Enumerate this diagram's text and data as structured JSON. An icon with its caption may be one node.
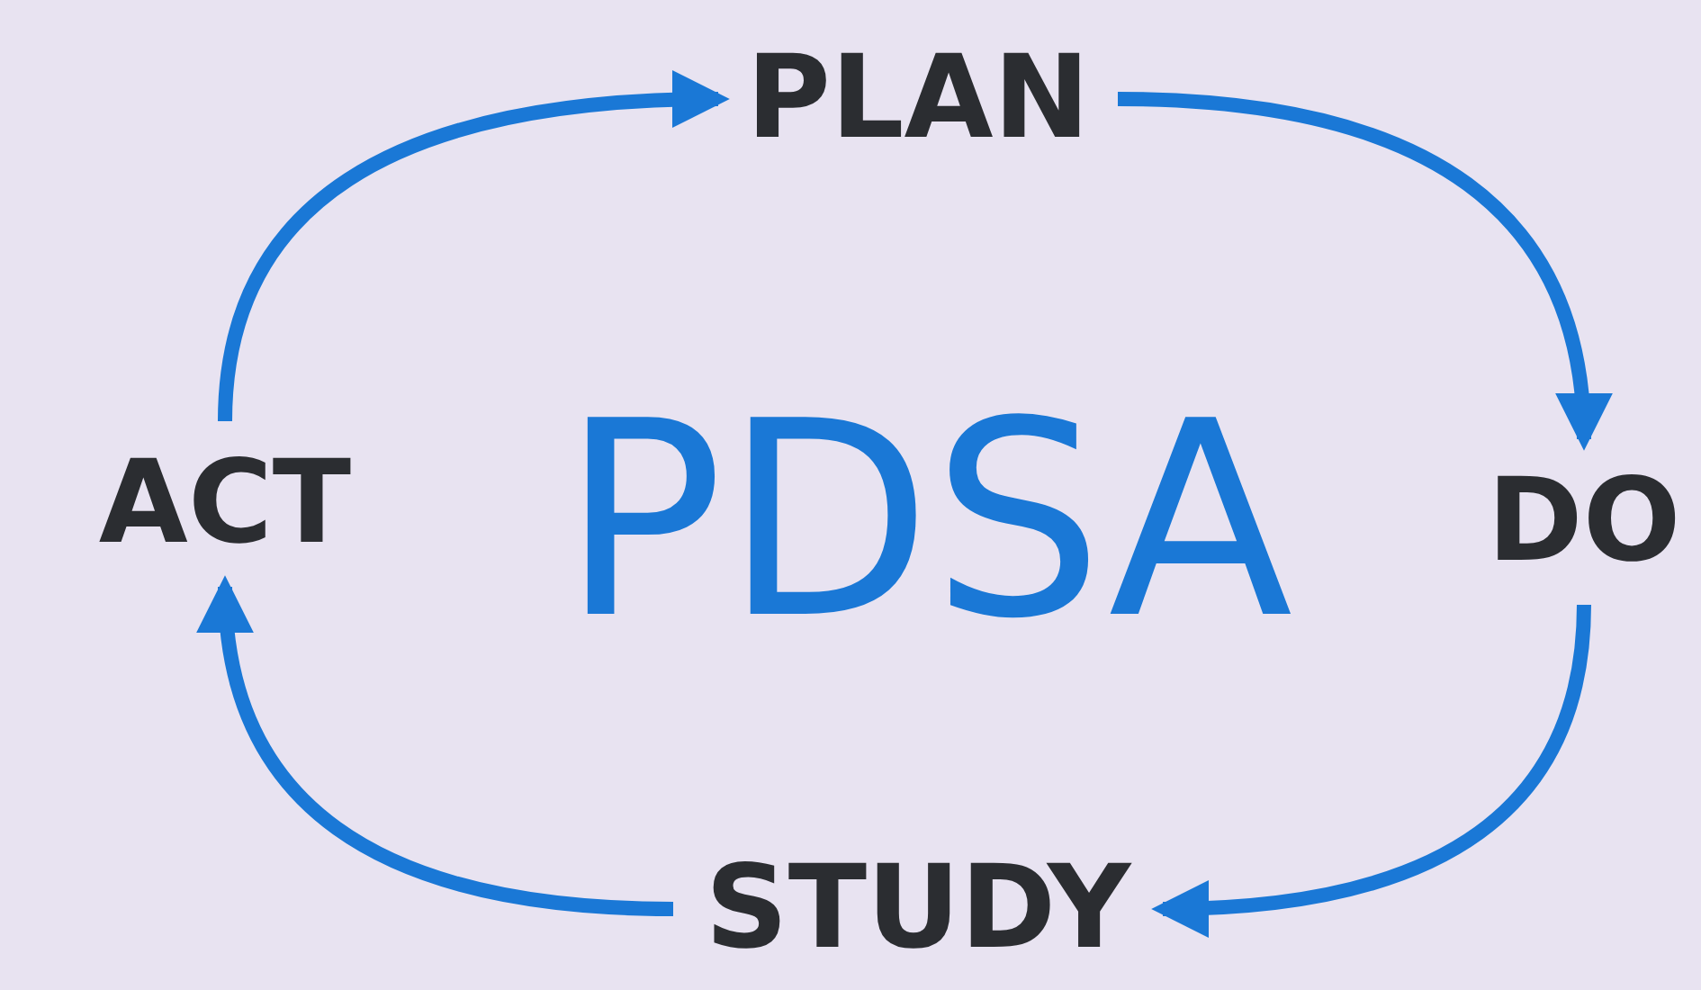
{
  "diagram": {
    "nodes": [
      {
        "text": [
          "PLAN"
        ]
      },
      {
        "text": [
          "DO"
        ]
      },
      {
        "text": [
          "STUDY"
        ]
      },
      {
        "text": [
          "ACT"
        ]
      }
    ],
    "edges": [
      {
        "from": 3,
        "to": 0,
        "arrow": "to"
      },
      {
        "from": 0,
        "to": 1,
        "arrow": "to"
      },
      {
        "from": 1,
        "to": 2,
        "arrow": "to"
      },
      {
        "from": 2,
        "to": 3,
        "arrow": "to"
      }
    ],
    "labels": [
      "PDSA"
    ]
  }
}
